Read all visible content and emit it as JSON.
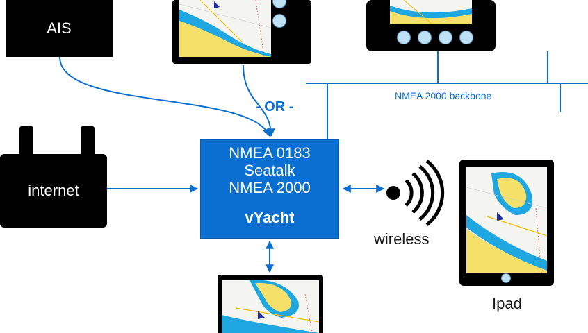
{
  "devices": {
    "ais_label": "AIS",
    "internet_label": "internet",
    "wireless_label": "wireless",
    "ipad_label": "Ipad"
  },
  "connectors": {
    "or_label": "- OR -",
    "backbone_label": "NMEA 2000 backbone"
  },
  "hub": {
    "line1": "NMEA 0183",
    "line2": "Seatalk",
    "line3": "NMEA 2000",
    "name": "vYacht"
  },
  "colors": {
    "accent": "#0a6fd0",
    "device_body": "#000000",
    "water": "#1ea7e1",
    "land": "#f5e06a",
    "button": "#bde0f5"
  }
}
